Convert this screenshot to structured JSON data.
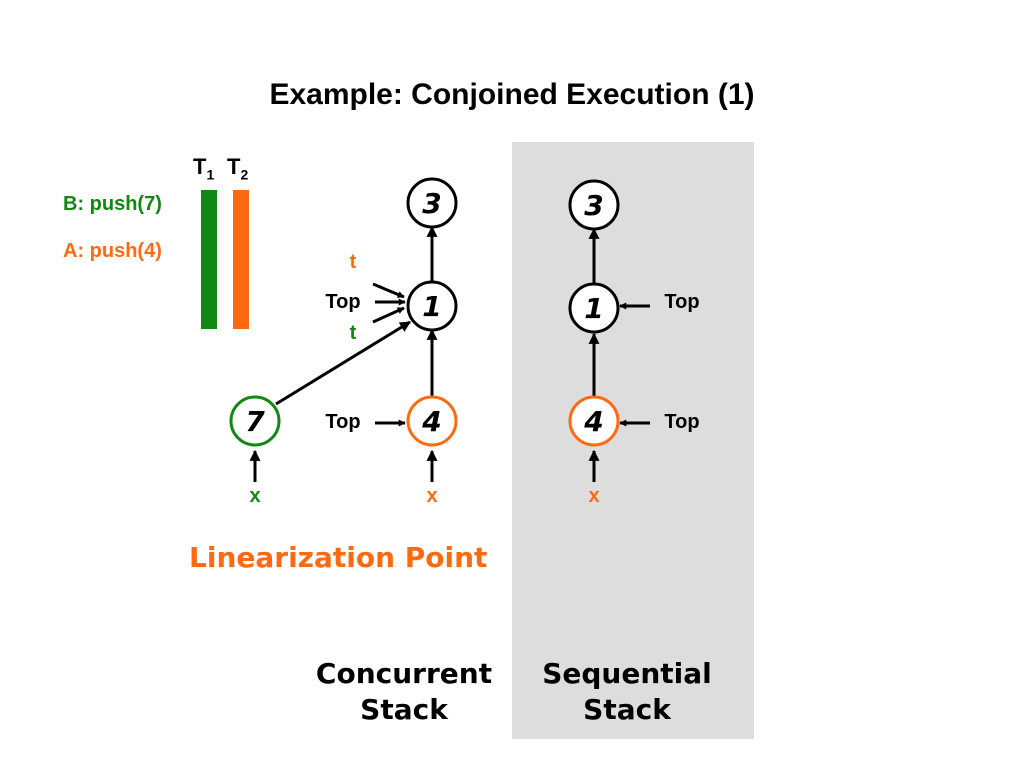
{
  "title": "Example: Conjoined Execution (1)",
  "colors": {
    "green": "#118811",
    "orange": "#ff6a11",
    "black": "#000000",
    "panel": "#dddddd"
  },
  "threads": [
    {
      "label": "T",
      "sub": "1"
    },
    {
      "label": "T",
      "sub": "2"
    }
  ],
  "operations": {
    "b": "B: push(7)",
    "a": "A: push(4)"
  },
  "concurrent": {
    "nodes": {
      "n3": "3",
      "n1": "1",
      "n4": "4",
      "n7": "7"
    },
    "labels": {
      "t_orange": "t",
      "top_upper": "Top",
      "t_green": "t",
      "top_lower": "Top",
      "x_green": "x",
      "x_orange": "x"
    },
    "caption_line1": "Concurrent",
    "caption_line2": "Stack"
  },
  "sequential": {
    "nodes": {
      "n3": "3",
      "n1": "1",
      "n4": "4"
    },
    "labels": {
      "top_upper": "Top",
      "top_lower": "Top",
      "x_orange": "x"
    },
    "caption_line1": "Sequential",
    "caption_line2": "Stack"
  },
  "linearization_point": "Linearization Point"
}
